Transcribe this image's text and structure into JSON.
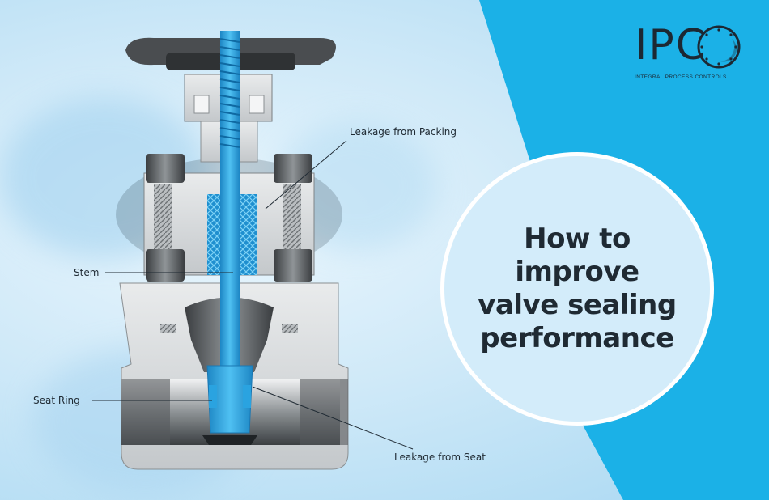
{
  "headline": {
    "lines": [
      "How to",
      "improve",
      "valve sealing",
      "performance"
    ]
  },
  "callouts": {
    "packing": "Leakage from Packing",
    "stem": "Stem",
    "seat_ring": "Seat Ring",
    "seat": "Leakage from Seat"
  },
  "logo": {
    "letters": "IPC",
    "tagline": "INTEGRAL PROCESS CONTROLS"
  },
  "colors": {
    "accent": "#1bb1e7",
    "circle": "#d3ecfa",
    "stem_blue": "#2aa3e0",
    "text": "#1f2a33",
    "valve_body": "#d9dcde"
  },
  "icons": [
    "gate-valve-cutaway",
    "ipc-logo-ring"
  ]
}
